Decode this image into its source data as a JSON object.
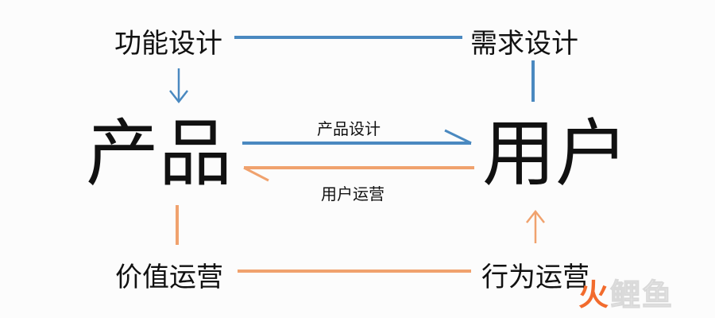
{
  "nodes": {
    "product": "产品",
    "user": "用户",
    "function_design": "功能设计",
    "requirement_design": "需求设计",
    "value_operation": "价值运营",
    "behavior_operation": "行为运营"
  },
  "edges": {
    "product_design": "产品设计",
    "user_operation": "用户运营"
  },
  "colors": {
    "blue": "#4a89c0",
    "orange": "#f0a26e",
    "text": "#111111"
  },
  "watermark": {
    "first": "火",
    "rest": "鲤鱼"
  }
}
